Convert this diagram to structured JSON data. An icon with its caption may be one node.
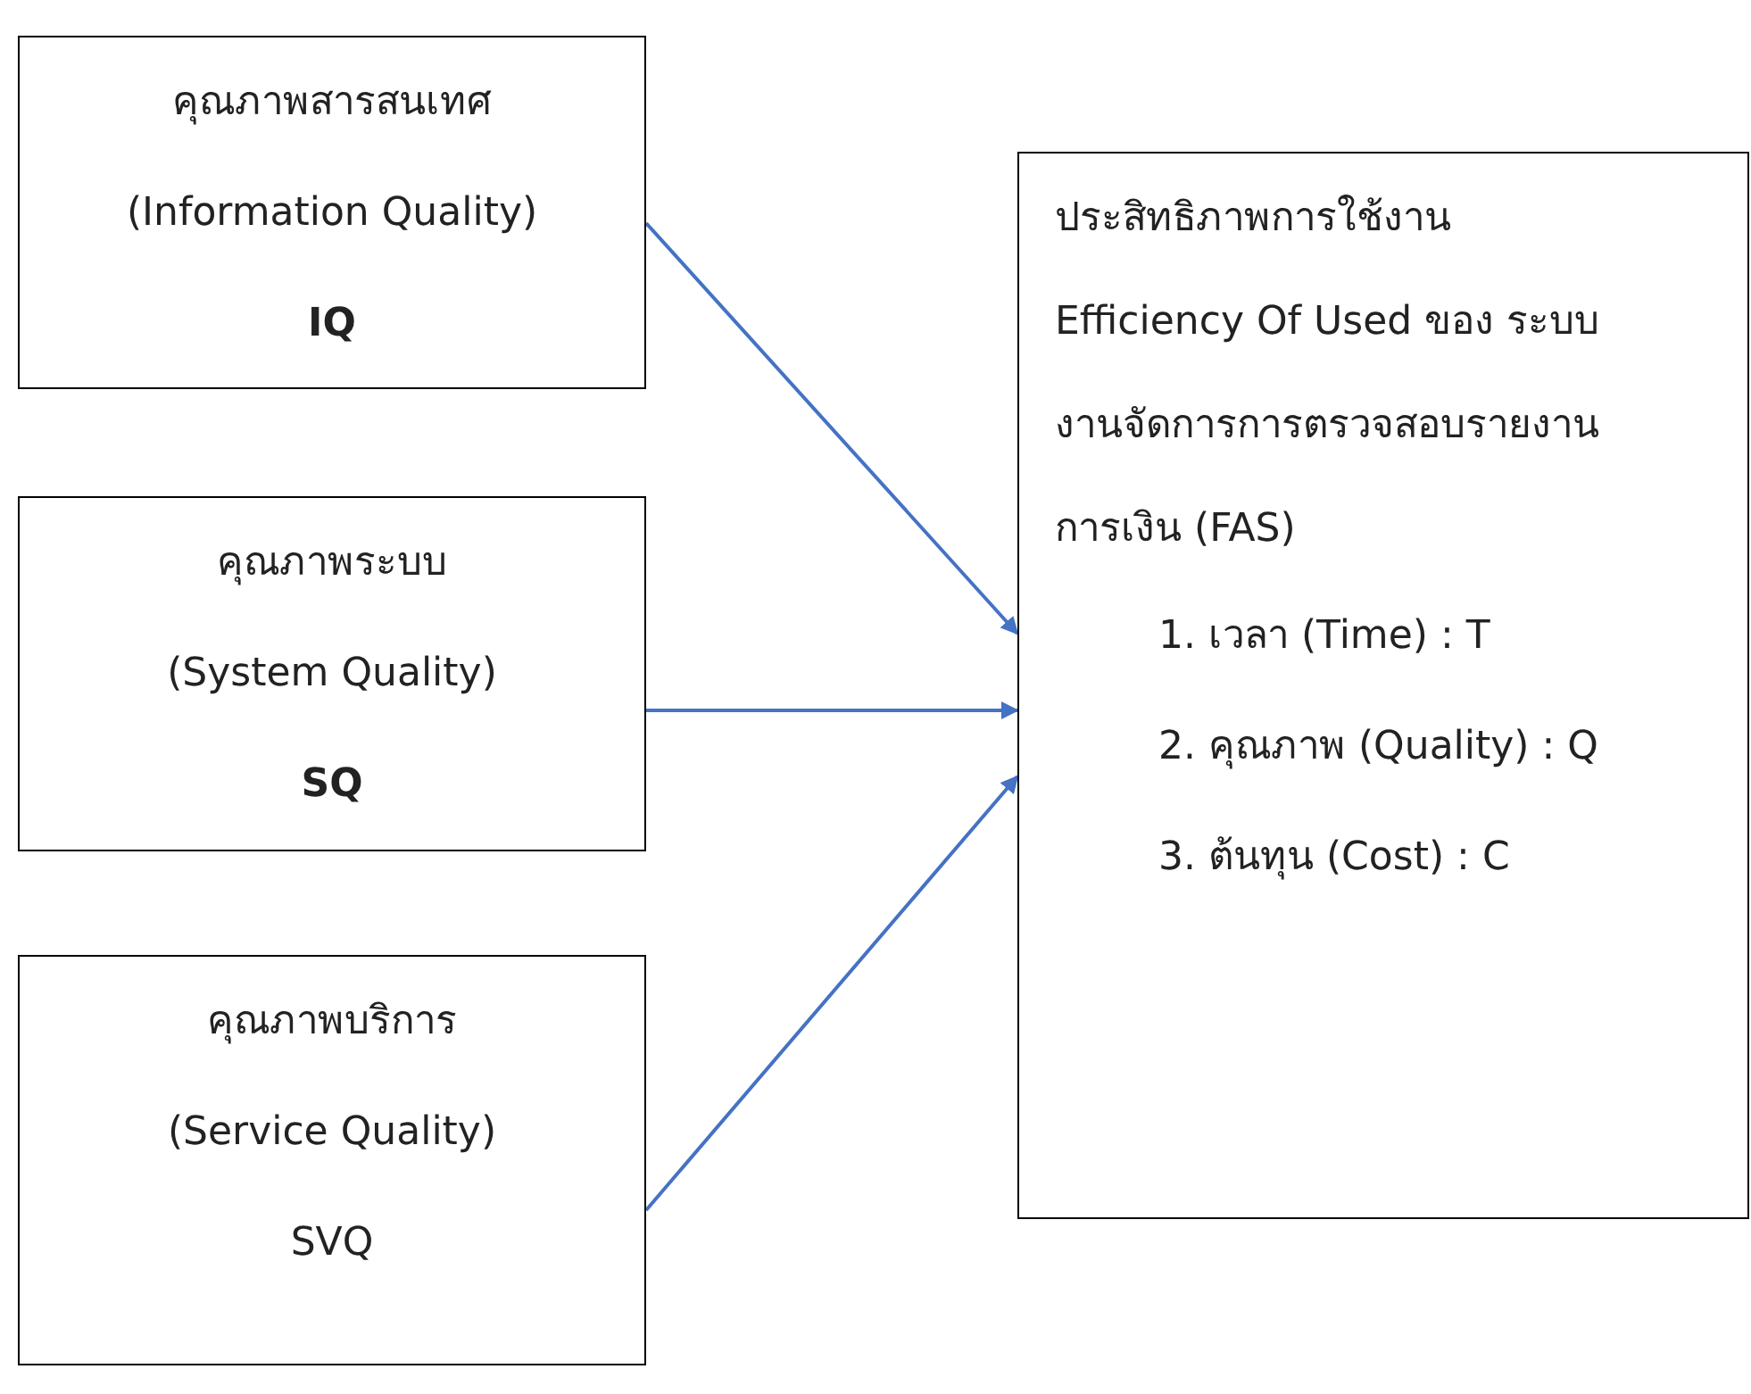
{
  "diagram": {
    "nodes": [
      {
        "text": [
          "คุณภาพสารสนเทศ",
          "(Information Quality)",
          "IQ"
        ]
      },
      {
        "text": [
          "คุณภาพระบบ",
          "(System Quality)",
          "SQ"
        ]
      },
      {
        "text": [
          "คุณภาพบริการ",
          "(Service Quality)",
          "SVQ"
        ]
      },
      {
        "text": [
          "ประสิทธิภาพการใช้งาน Efficiency Of Used ของ ระบบงานจัดการการตรวจสอบรายงานการเงิน (FAS)",
          "1. เวลา (Time) : T",
          "2. คุณภาพ (Quality) : Q",
          "3. ต้นทุน (Cost) : C"
        ]
      }
    ],
    "edges": [
      {
        "from": 0,
        "to": 3,
        "arrow": "to"
      },
      {
        "from": 1,
        "to": 3,
        "arrow": "to"
      },
      {
        "from": 2,
        "to": 3,
        "arrow": "to"
      }
    ]
  }
}
